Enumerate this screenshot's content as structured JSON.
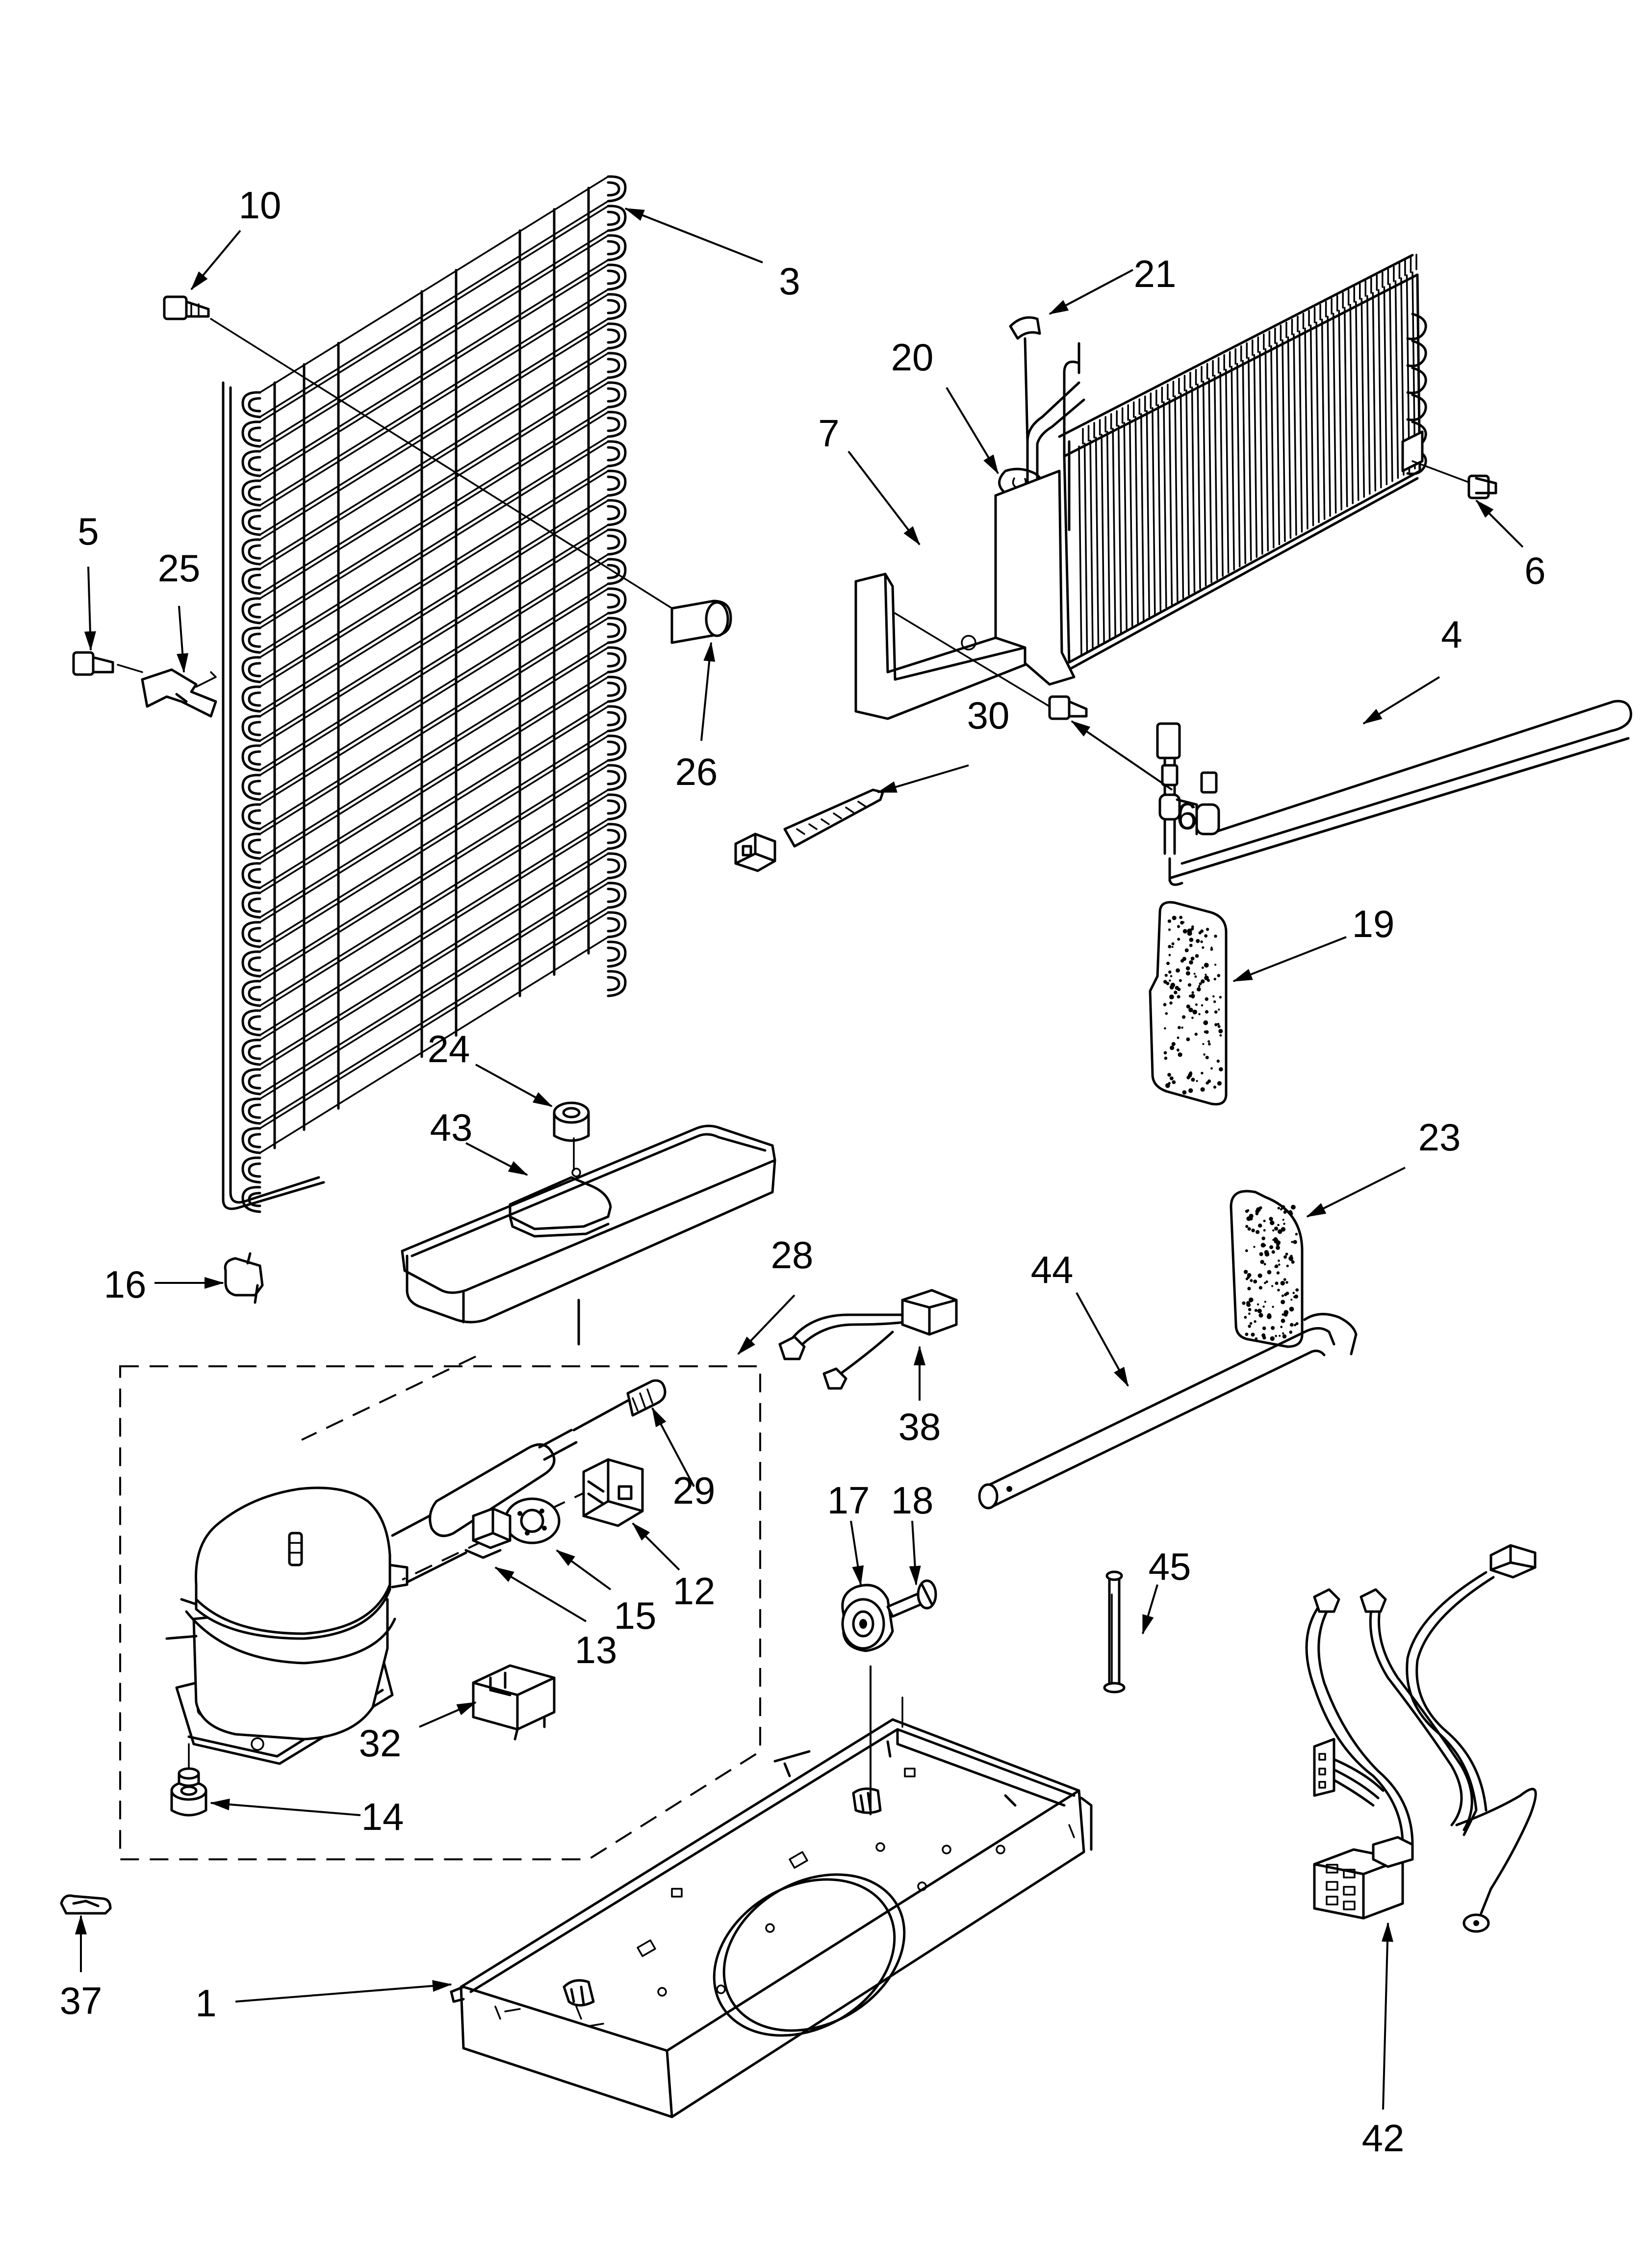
{
  "callouts": {
    "c1": "1",
    "c3": "3",
    "c4": "4",
    "c5": "5",
    "c6a": "6",
    "c6b": "6",
    "c7": "7",
    "c10": "10",
    "c12": "12",
    "c13": "13",
    "c14": "14",
    "c15": "15",
    "c16": "16",
    "c17": "17",
    "c18": "18",
    "c19": "19",
    "c20": "20",
    "c21": "21",
    "c23": "23",
    "c24": "24",
    "c25": "25",
    "c26": "26",
    "c28": "28",
    "c29": "29",
    "c30": "30",
    "c32": "32",
    "c37": "37",
    "c38": "38",
    "c42": "42",
    "c43": "43",
    "c44": "44",
    "c45": "45"
  }
}
